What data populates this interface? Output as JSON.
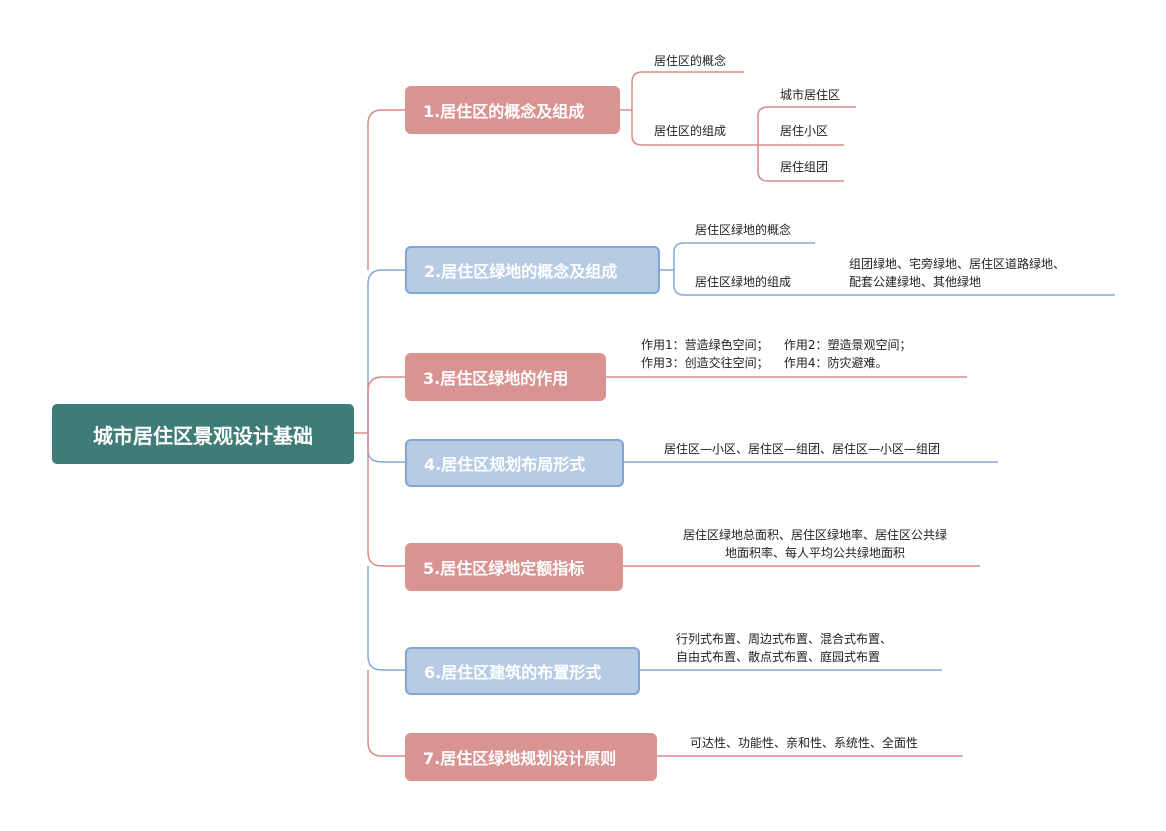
{
  "colors": {
    "root": "#3f7c77",
    "red_branch": "#d99391",
    "blue_branch": "#b7cbe5",
    "red_line": "#d78c8a",
    "blue_line": "#85a9d8"
  },
  "root": {
    "label": "城市居住区景观设计基础"
  },
  "branches": [
    {
      "label": "1.居住区的概念及组成",
      "children": [
        {
          "label": "居住区的概念"
        },
        {
          "label": "居住区的组成",
          "children": [
            {
              "label": "城市居住区"
            },
            {
              "label": "居住小区"
            },
            {
              "label": "居住组团"
            }
          ]
        }
      ]
    },
    {
      "label": "2.居住区绿地的概念及组成",
      "children": [
        {
          "label": "居住区绿地的概念"
        },
        {
          "label": "居住区绿地的组成",
          "detail_lines": [
            "组团绿地、宅旁绿地、居住区道路绿地、",
            "配套公建绿地、其他绿地"
          ]
        }
      ]
    },
    {
      "label": "3.居住区绿地的作用",
      "detail_lines": [
        "作用1：营造绿色空间；    作用2：塑造景观空间；",
        "作用3：创造交往空间；    作用4：防灾避难。"
      ]
    },
    {
      "label": "4.居住区规划布局形式",
      "detail_lines": [
        "居住区—小区、居住区—组团、居住区—小区—组团"
      ]
    },
    {
      "label": "5.居住区绿地定额指标",
      "detail_lines": [
        "居住区绿地总面积、居住区绿地率、居住区公共绿",
        "地面积率、每人平均公共绿地面积"
      ]
    },
    {
      "label": "6.居住区建筑的布置形式",
      "detail_lines": [
        "行列式布置、周边式布置、混合式布置、",
        "自由式布置、散点式布置、庭园式布置"
      ]
    },
    {
      "label": "7.居住区绿地规划设计原则",
      "detail_lines": [
        "可达性、功能性、亲和性、系统性、全面性"
      ]
    }
  ]
}
